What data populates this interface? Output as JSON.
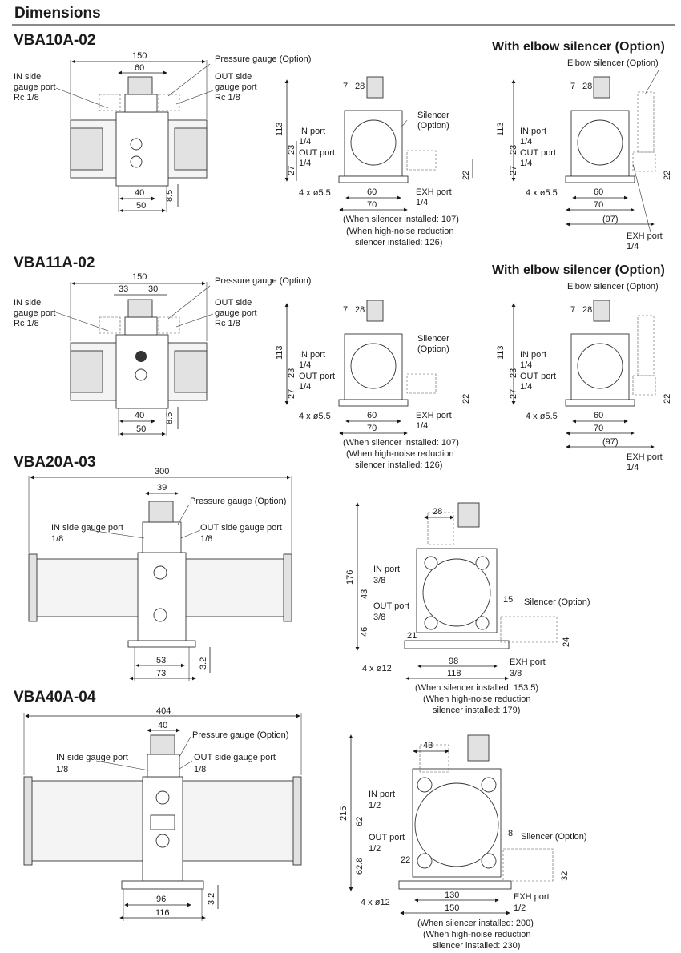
{
  "header": {
    "title": "Dimensions"
  },
  "sections": [
    {
      "model": "VBA10A-02",
      "front": {
        "dims": [
          "150",
          "60",
          "40",
          "50",
          "8.5"
        ],
        "labels": {
          "in_port": "IN side\ngauge port\nRc 1/8",
          "out_port": "OUT side\ngauge port\nRc 1/8",
          "gauge": "Pressure gauge (Option)"
        }
      },
      "side": {
        "dims": [
          "7",
          "28",
          "113",
          "23",
          "27",
          "60",
          "70",
          "22",
          "4 x ø5.5"
        ],
        "labels": {
          "in": "IN port",
          "in_size": "1/4",
          "out": "OUT port",
          "out_size": "1/4",
          "silencer": "Silencer\n(Option)",
          "exh": "EXH port",
          "exh_size": "1/4"
        },
        "notes": [
          "(When silencer installed: 107)",
          "(When high-noise reduction",
          "silencer installed: 126)"
        ]
      },
      "elbow": {
        "title": "With elbow silencer (Option)",
        "dims": [
          "7",
          "28",
          "113",
          "23",
          "27",
          "60",
          "70",
          "(97)",
          "22",
          "4 x ø5.5"
        ],
        "labels": {
          "elbow": "Elbow silencer (Option)",
          "in": "IN port",
          "in_size": "1/4",
          "out": "OUT port",
          "out_size": "1/4",
          "exh": "EXH port",
          "exh_size": "1/4"
        }
      }
    },
    {
      "model": "VBA11A-02",
      "front": {
        "dims": [
          "150",
          "33",
          "30",
          "40",
          "50",
          "8.5"
        ],
        "labels": {
          "in_port": "IN side\ngauge port\nRc 1/8",
          "out_port": "OUT side\ngauge port\nRc 1/8",
          "gauge": "Pressure gauge (Option)"
        }
      },
      "side": {
        "dims": [
          "7",
          "28",
          "113",
          "23",
          "27",
          "60",
          "70",
          "22",
          "4 x ø5.5"
        ],
        "labels": {
          "in": "IN port",
          "in_size": "1/4",
          "out": "OUT port",
          "out_size": "1/4",
          "silencer": "Silencer\n(Option)",
          "exh": "EXH port",
          "exh_size": "1/4"
        },
        "notes": [
          "(When silencer installed: 107)",
          "(When high-noise reduction",
          "silencer installed: 126)"
        ]
      },
      "elbow": {
        "title": "With elbow silencer (Option)",
        "dims": [
          "7",
          "28",
          "113",
          "23",
          "27",
          "60",
          "70",
          "(97)",
          "22",
          "4 x ø5.5"
        ],
        "labels": {
          "elbow": "Elbow silencer (Option)",
          "in": "IN port",
          "in_size": "1/4",
          "out": "OUT port",
          "out_size": "1/4",
          "exh": "EXH port",
          "exh_size": "1/4"
        }
      }
    },
    {
      "model": "VBA20A-03",
      "front": {
        "dims": [
          "300",
          "39",
          "53",
          "73",
          "3.2"
        ],
        "labels": {
          "in_port": "IN side gauge port",
          "in_size": "1/8",
          "out_port": "OUT side gauge port",
          "out_size": "1/8",
          "gauge": "Pressure gauge (Option)"
        }
      },
      "side": {
        "dims": [
          "28",
          "176",
          "43",
          "46",
          "15",
          "21",
          "98",
          "118",
          "24",
          "4 x ø12"
        ],
        "labels": {
          "in": "IN port",
          "in_size": "3/8",
          "out": "OUT port",
          "out_size": "3/8",
          "silencer": "Silencer (Option)",
          "exh": "EXH port",
          "exh_size": "3/8"
        },
        "notes": [
          "(When silencer installed: 153.5)",
          "(When high-noise reduction",
          "silencer installed: 179)"
        ]
      }
    },
    {
      "model": "VBA40A-04",
      "front": {
        "dims": [
          "404",
          "40",
          "96",
          "116",
          "3.2"
        ],
        "labels": {
          "in_port": "IN side gauge port",
          "in_size": "1/8",
          "out_port": "OUT side gauge port",
          "out_size": "1/8",
          "gauge": "Pressure gauge (Option)"
        }
      },
      "side": {
        "dims": [
          "43",
          "215",
          "62",
          "62.8",
          "8",
          "22",
          "130",
          "150",
          "32",
          "4 x ø12"
        ],
        "labels": {
          "in": "IN port",
          "in_size": "1/2",
          "out": "OUT port",
          "out_size": "1/2",
          "silencer": "Silencer (Option)",
          "exh": "EXH port",
          "exh_size": "1/2"
        },
        "notes": [
          "(When silencer installed: 200)",
          "(When high-noise reduction",
          "silencer installed: 230)"
        ]
      }
    }
  ]
}
